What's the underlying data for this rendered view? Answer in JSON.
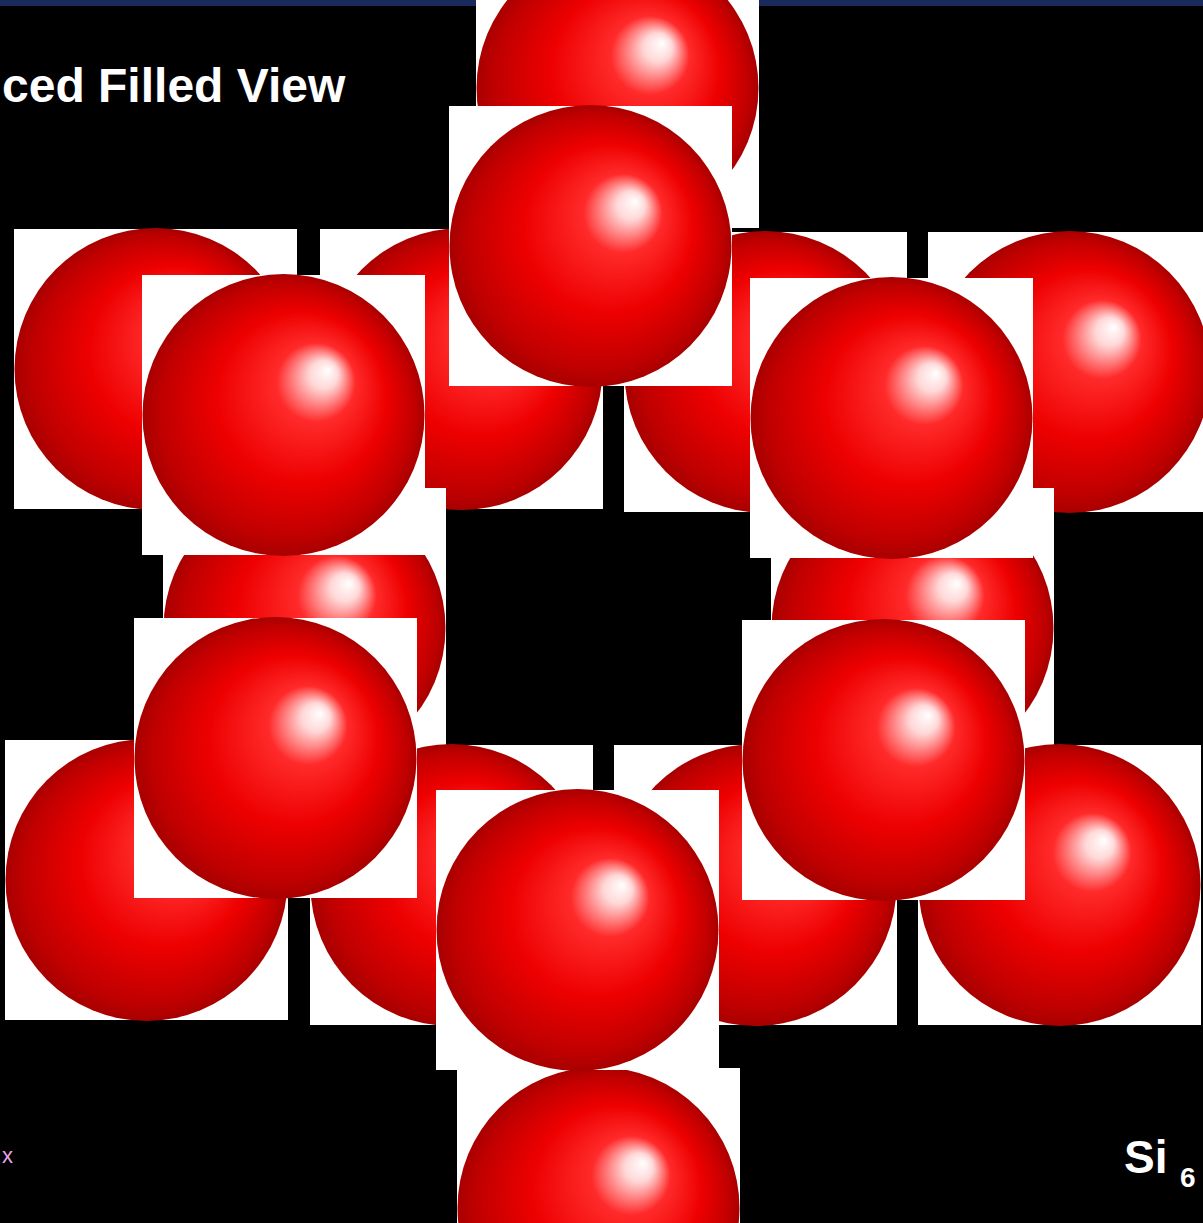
{
  "diagram": {
    "title": "ced Filled View",
    "labels": [
      "x",
      "Si",
      "6"
    ]
  }
}
